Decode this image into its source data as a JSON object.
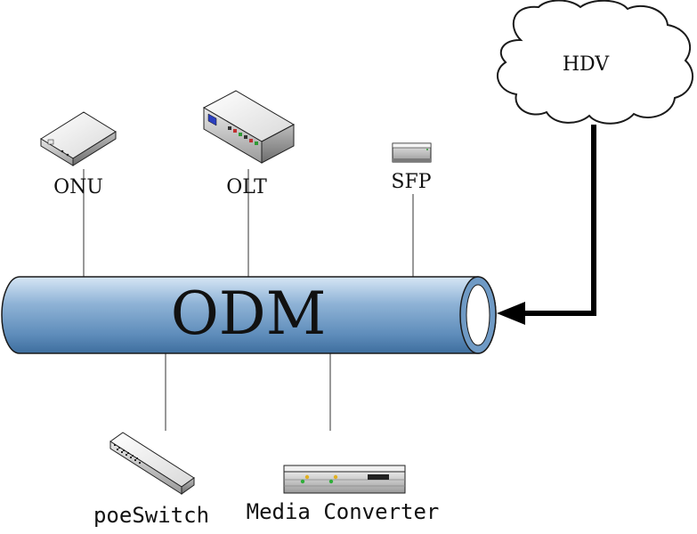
{
  "diagram": {
    "hub": {
      "label": "ODM"
    },
    "cloud": {
      "label": "HDV"
    },
    "devices": {
      "onu": {
        "label": "ONU",
        "icon": "onu-device-icon"
      },
      "olt": {
        "label": "OLT",
        "icon": "olt-device-icon"
      },
      "sfp": {
        "label": "SFP",
        "icon": "sfp-module-icon"
      },
      "poe_switch": {
        "label": "poeSwitch",
        "icon": "poe-switch-icon"
      },
      "media_converter": {
        "label": "Media Converter",
        "icon": "media-converter-icon"
      }
    },
    "colors": {
      "pipe_light": "#c9dcf0",
      "pipe_mid": "#7aa3cc",
      "pipe_dark": "#3e6e9e",
      "outline": "#1a1a1a",
      "arrow": "#000000"
    }
  }
}
